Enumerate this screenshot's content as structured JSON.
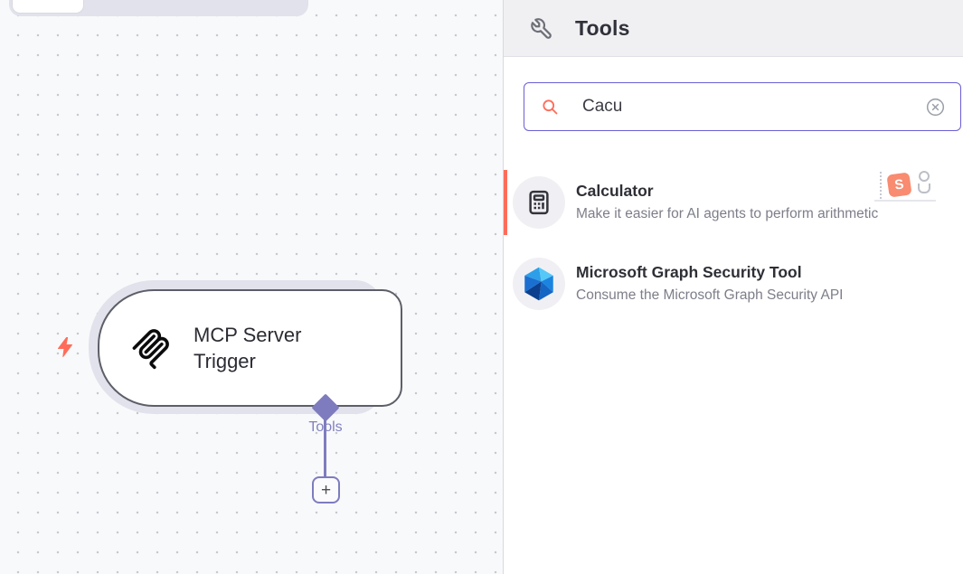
{
  "colors": {
    "accent_orange": "#ff6d5a",
    "search_border_purple": "#6b5ed6",
    "connector_purple": "#7e7cbe",
    "graph_icon_blues": [
      "#55c8f7",
      "#2d9fe8",
      "#1b84e0",
      "#1565c4",
      "#0c3f8e"
    ]
  },
  "canvas": {
    "node": {
      "title": "MCP Server Trigger",
      "output_label": "Tools",
      "add_button_label": "+"
    }
  },
  "panel": {
    "header": {
      "title": "Tools"
    },
    "search": {
      "value": "Cacu"
    },
    "results": [
      {
        "title": "Calculator",
        "description": "Make it easier for AI agents to perform arithmetic",
        "badge_letter": "S",
        "highlighted": true
      },
      {
        "title": "Microsoft Graph Security Tool",
        "description": "Consume the Microsoft Graph Security API",
        "highlighted": false
      }
    ]
  }
}
